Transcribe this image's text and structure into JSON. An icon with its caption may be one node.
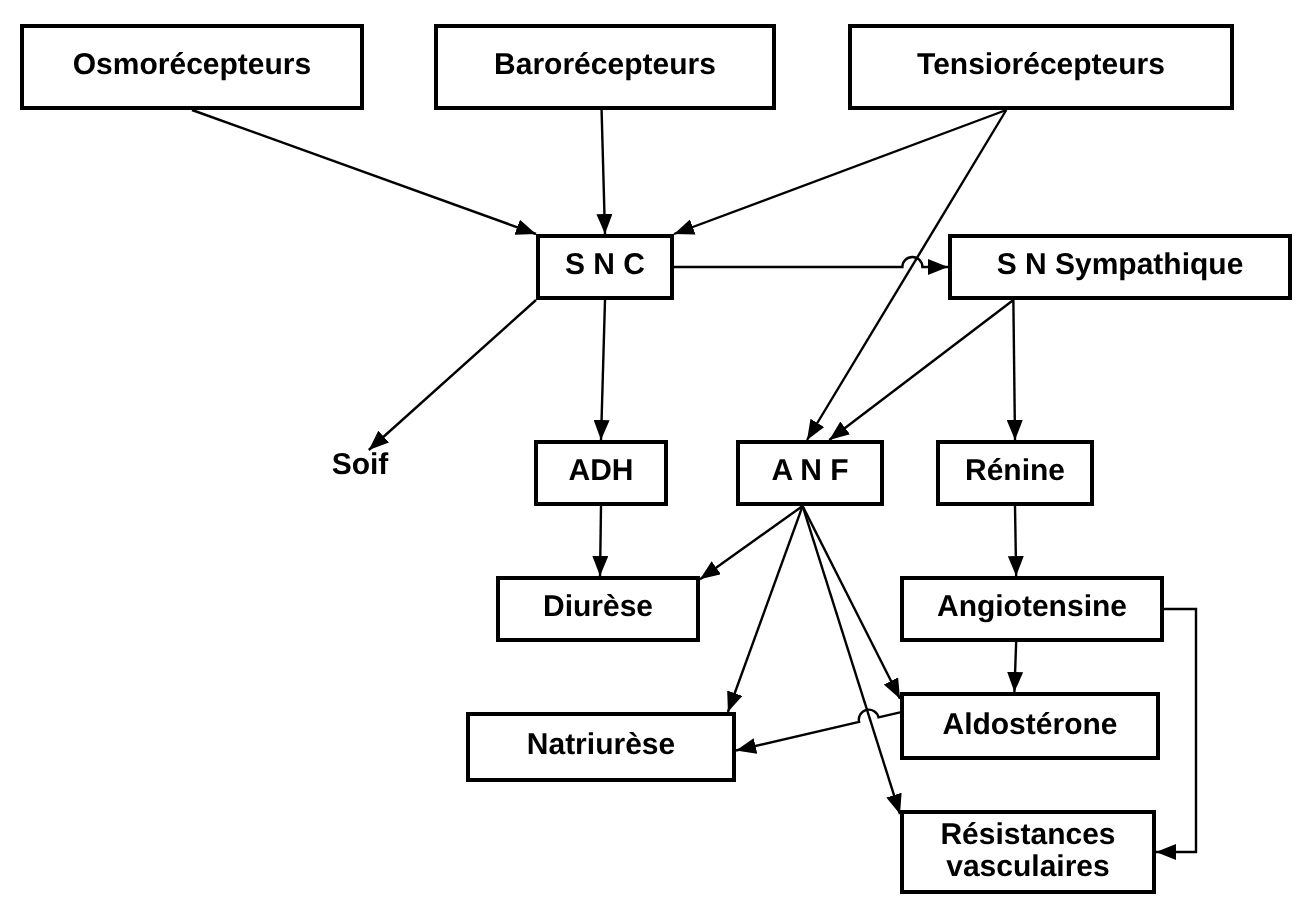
{
  "diagram": {
    "nodes": [
      {
        "text": [
          "Osmorécepteurs"
        ]
      },
      {
        "text": [
          "Barorécepteurs"
        ]
      },
      {
        "text": [
          "Tensiorécepteurs"
        ]
      },
      {
        "text": [
          "S N C"
        ]
      },
      {
        "text": [
          "S N Sympathique"
        ]
      },
      {
        "text": [
          "Soif"
        ]
      },
      {
        "text": [
          "ADH"
        ]
      },
      {
        "text": [
          "A N F"
        ]
      },
      {
        "text": [
          "Rénine"
        ]
      },
      {
        "text": [
          "Diurèse"
        ]
      },
      {
        "text": [
          "Angiotensine"
        ]
      },
      {
        "text": [
          "Natriurèse"
        ]
      },
      {
        "text": [
          "Aldostérone"
        ]
      },
      {
        "text": [
          "Résistances vasculaires"
        ]
      }
    ],
    "edges": [
      {
        "from": 0,
        "to": 3,
        "arrow": "to"
      },
      {
        "from": 1,
        "to": 3,
        "arrow": "to"
      },
      {
        "from": 2,
        "to": 3,
        "arrow": "to"
      },
      {
        "from": 2,
        "to": 7,
        "arrow": "to"
      },
      {
        "from": 3,
        "to": 4,
        "arrow": "to"
      },
      {
        "from": 3,
        "to": 5,
        "arrow": "to"
      },
      {
        "from": 3,
        "to": 6,
        "arrow": "to"
      },
      {
        "from": 4,
        "to": 7,
        "arrow": "to"
      },
      {
        "from": 4,
        "to": 8,
        "arrow": "to"
      },
      {
        "from": 6,
        "to": 9,
        "arrow": "to"
      },
      {
        "from": 7,
        "to": 9,
        "arrow": "to"
      },
      {
        "from": 7,
        "to": 11,
        "arrow": "to"
      },
      {
        "from": 7,
        "to": 12,
        "arrow": "to"
      },
      {
        "from": 7,
        "to": 13,
        "arrow": "to"
      },
      {
        "from": 8,
        "to": 10,
        "arrow": "to"
      },
      {
        "from": 10,
        "to": 12,
        "arrow": "to"
      },
      {
        "from": 10,
        "to": 13,
        "arrow": "to"
      },
      {
        "from": 12,
        "to": 11,
        "arrow": "to"
      }
    ]
  }
}
